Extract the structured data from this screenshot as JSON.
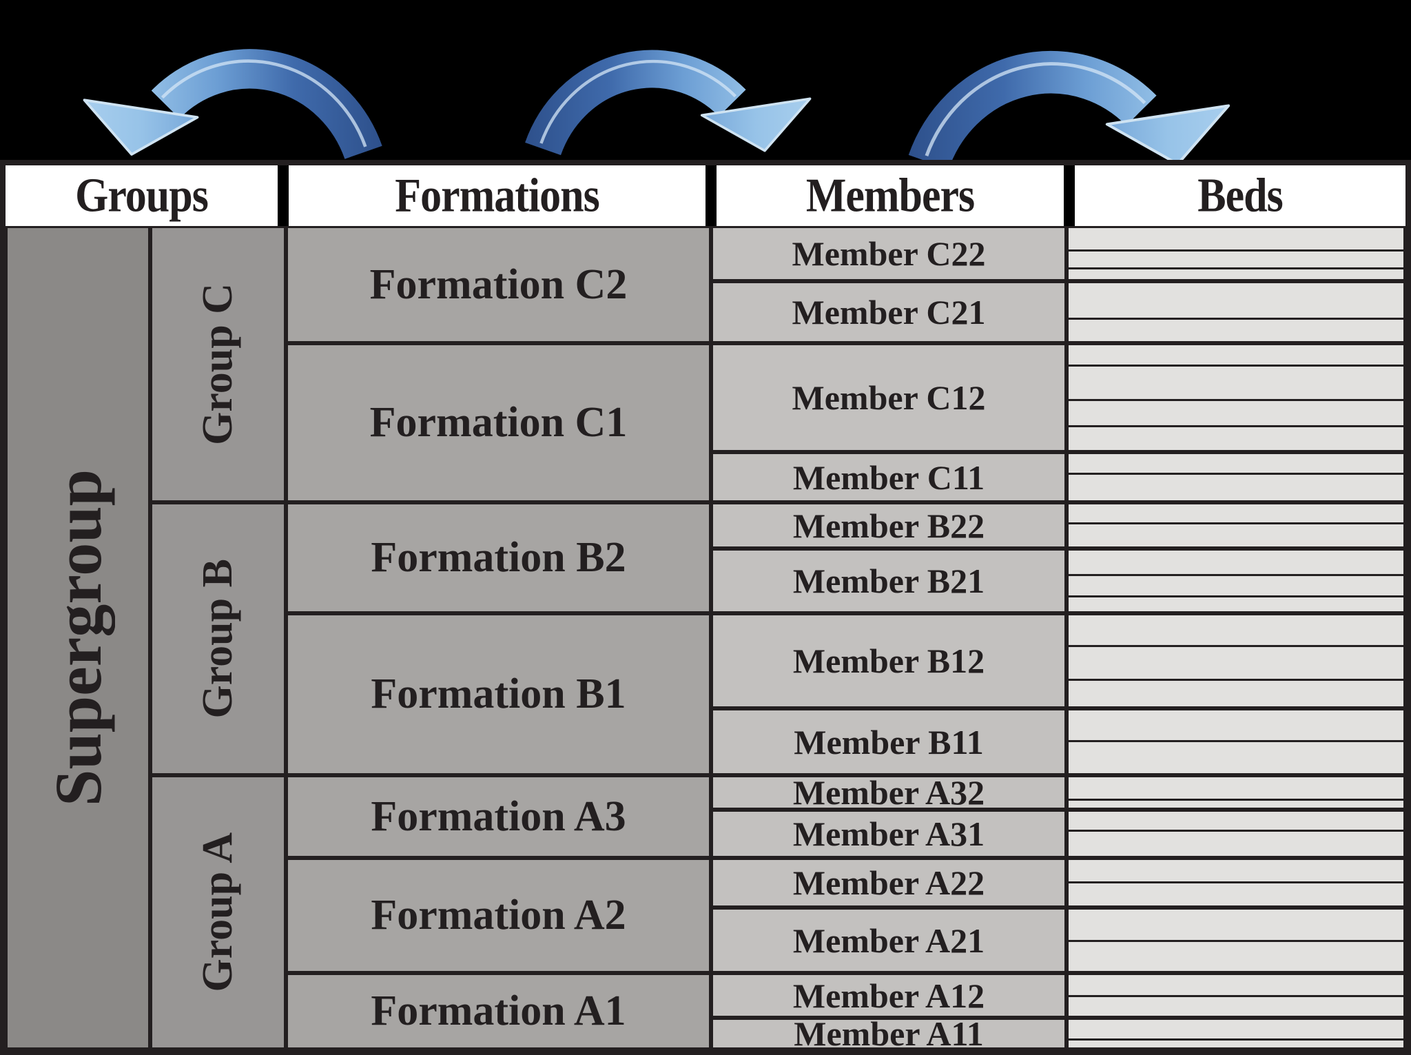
{
  "header": {
    "columns": [
      "Groups",
      "Formations",
      "Members",
      "Beds"
    ]
  },
  "supergroup": {
    "label": "Supergroup"
  },
  "groups": [
    {
      "label": "Group C"
    },
    {
      "label": "Group B"
    },
    {
      "label": "Group A"
    }
  ],
  "formations": [
    {
      "label": "Formation C2"
    },
    {
      "label": "Formation C1"
    },
    {
      "label": "Formation B2"
    },
    {
      "label": "Formation B1"
    },
    {
      "label": "Formation A3"
    },
    {
      "label": "Formation A2"
    },
    {
      "label": "Formation A1"
    }
  ],
  "members": [
    {
      "label": "Member C22",
      "beds": [
        37,
        26,
        17
      ]
    },
    {
      "label": "Member C21",
      "beds": [
        55,
        35
      ]
    },
    {
      "label": "Member C12",
      "beds": [
        31,
        52,
        38,
        37
      ]
    },
    {
      "label": "Member C11",
      "beds": [
        31,
        42
      ]
    },
    {
      "label": "Member B22",
      "beds": [
        31,
        38
      ]
    },
    {
      "label": "Member B21",
      "beds": [
        38,
        32,
        23
      ]
    },
    {
      "label": "Member B12",
      "beds": [
        46,
        49,
        40
      ]
    },
    {
      "label": "Member B11",
      "beds": [
        45,
        48
      ]
    },
    {
      "label": "Member A32",
      "beds": [
        36,
        11
      ]
    },
    {
      "label": "Member A31",
      "beds": [
        28,
        38
      ]
    },
    {
      "label": "Member A22",
      "beds": [
        33,
        35
      ]
    },
    {
      "label": "Member A21",
      "beds": [
        46,
        44
      ]
    },
    {
      "label": "Member A12",
      "beds": [
        33,
        30
      ]
    },
    {
      "label": "Member A11",
      "beds": [
        40,
        14
      ]
    }
  ],
  "colors": {
    "border": "#231f20",
    "text": "#231f20",
    "header_bg": "#ffffff",
    "supergroup_bg": "#8b8987",
    "group_bg": "#989695",
    "formation_bg": "#a7a5a3",
    "member_bg": "#c3c1bf",
    "bed_bg": "#e2e1df",
    "arrow_dark": "#2d4f8a",
    "arrow_mid": "#4a79b5",
    "arrow_light": "#a9cfee",
    "background": "#000000"
  }
}
